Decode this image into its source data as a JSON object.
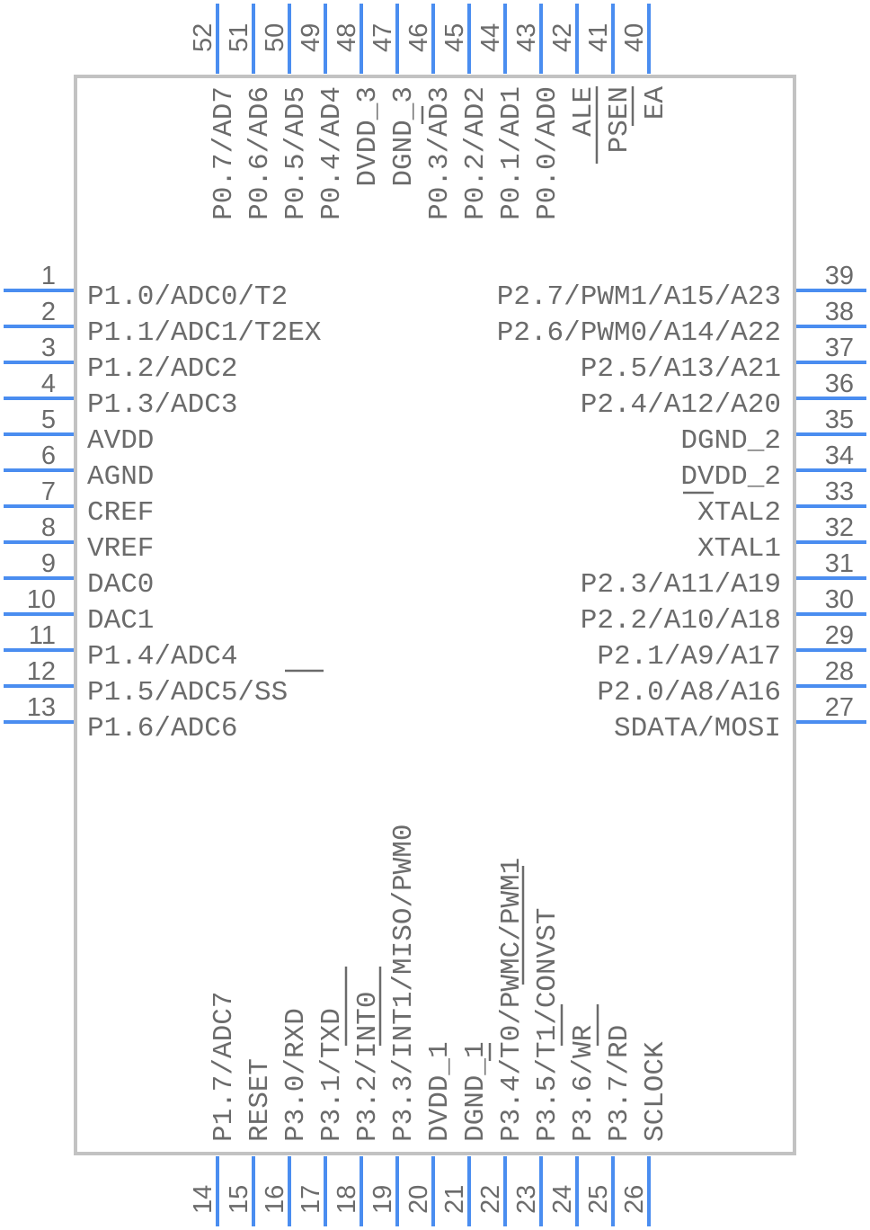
{
  "component": {
    "package_pins": 52,
    "colors": {
      "pin": "#4a8df0",
      "body_outline": "#c2c2c2",
      "text": "#6b6b6b"
    }
  },
  "pins": {
    "left": [
      {
        "number": "1",
        "name": "P1.0/ADC0/T2"
      },
      {
        "number": "2",
        "name": "P1.1/ADC1/T2EX"
      },
      {
        "number": "3",
        "name": "P1.2/ADC2"
      },
      {
        "number": "4",
        "name": "P1.3/ADC3"
      },
      {
        "number": "5",
        "name": "AVDD"
      },
      {
        "number": "6",
        "name": "AGND"
      },
      {
        "number": "7",
        "name": "CREF"
      },
      {
        "number": "8",
        "name": "VREF"
      },
      {
        "number": "9",
        "name": "DAC0"
      },
      {
        "number": "10",
        "name": "DAC1"
      },
      {
        "number": "11",
        "name": "P1.4/ADC4"
      },
      {
        "number": "12",
        "name": "P1.5/ADC5/SS"
      },
      {
        "number": "13",
        "name": "P1.6/ADC6"
      }
    ],
    "bottom": [
      {
        "number": "14",
        "name": "P1.7/ADC7"
      },
      {
        "number": "15",
        "name": "RESET"
      },
      {
        "number": "16",
        "name": "P3.0/RXD"
      },
      {
        "number": "17",
        "name": "P3.1/TXD"
      },
      {
        "number": "18",
        "name": "P3.2/INT0"
      },
      {
        "number": "19",
        "name": "P3.3/INT1/MISO/PWM0"
      },
      {
        "number": "20",
        "name": "DVDD_1"
      },
      {
        "number": "21",
        "name": "DGND_1"
      },
      {
        "number": "22",
        "name": "P3.4/T0/PWMC/PWM1"
      },
      {
        "number": "23",
        "name": "P3.5/T1/CONVST"
      },
      {
        "number": "24",
        "name": "P3.6/WR"
      },
      {
        "number": "25",
        "name": "P3.7/RD"
      },
      {
        "number": "26",
        "name": "SCLOCK"
      }
    ],
    "right": [
      {
        "number": "27",
        "name": "SDATA/MOSI"
      },
      {
        "number": "28",
        "name": "P2.0/A8/A16"
      },
      {
        "number": "29",
        "name": "P2.1/A9/A17"
      },
      {
        "number": "30",
        "name": "P2.2/A10/A18"
      },
      {
        "number": "31",
        "name": "P2.3/A11/A19"
      },
      {
        "number": "32",
        "name": "XTAL1"
      },
      {
        "number": "33",
        "name": "XTAL2"
      },
      {
        "number": "34",
        "name": "DVDD_2"
      },
      {
        "number": "35",
        "name": "DGND_2"
      },
      {
        "number": "36",
        "name": "P2.4/A12/A20"
      },
      {
        "number": "37",
        "name": "P2.5/A13/A21"
      },
      {
        "number": "38",
        "name": "P2.6/PWM0/A14/A22"
      },
      {
        "number": "39",
        "name": "P2.7/PWM1/A15/A23"
      }
    ],
    "top": [
      {
        "number": "40",
        "name": "EA"
      },
      {
        "number": "41",
        "name": "PSEN"
      },
      {
        "number": "42",
        "name": "ALE"
      },
      {
        "number": "43",
        "name": "P0.0/AD0"
      },
      {
        "number": "44",
        "name": "P0.1/AD1"
      },
      {
        "number": "45",
        "name": "P0.2/AD2"
      },
      {
        "number": "46",
        "name": "P0.3/AD3"
      },
      {
        "number": "47",
        "name": "DGND_3"
      },
      {
        "number": "48",
        "name": "DVDD_3"
      },
      {
        "number": "49",
        "name": "P0.4/AD4"
      },
      {
        "number": "50",
        "name": "P0.5/AD5"
      },
      {
        "number": "51",
        "name": "P0.6/AD6"
      },
      {
        "number": "52",
        "name": "P0.7/AD7"
      }
    ]
  }
}
